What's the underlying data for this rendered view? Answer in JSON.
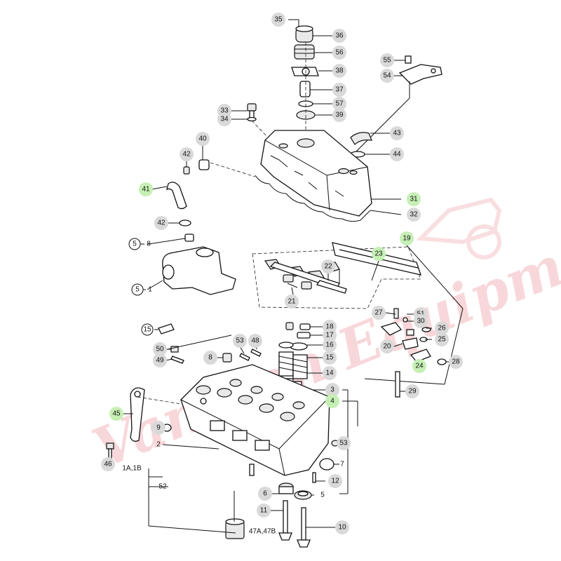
{
  "watermark": "Vanmen Equipment",
  "accent_highlight": "#c6efb5",
  "label_fill": "#d9d9d9",
  "labels": {
    "l35": "35",
    "l36": "36",
    "l56": "56",
    "l38": "38",
    "l37": "37",
    "l57": "57",
    "l39": "39",
    "l33": "33",
    "l34": "34",
    "l55": "55",
    "l54": "54",
    "l43": "43",
    "l44": "44",
    "l40": "40",
    "l42a": "42",
    "l41": "41",
    "l31": "31",
    "l32": "32",
    "l42b": "42",
    "l5a": "5",
    "l8": "8",
    "l5b": "5",
    "l1": "1",
    "l19": "19",
    "l23": "23",
    "l22": "22",
    "l21": "21",
    "l27": "27",
    "l51": "51",
    "l30": "30",
    "l26": "26",
    "l25": "25",
    "l20": "20",
    "l24": "24",
    "l28": "28",
    "l18": "18",
    "l17": "17",
    "l16": "16",
    "l15": "15",
    "l14": "14",
    "l3": "3",
    "l4": "4",
    "l29": "29",
    "l15b": "15",
    "l50": "50",
    "l49": "49",
    "l8b": "8",
    "l53a": "53",
    "l48": "48",
    "l45": "45",
    "l9": "9",
    "l2": "2",
    "l46": "46",
    "l1a1b": "1A,1B",
    "l53b": "53",
    "l7": "7",
    "l12": "12",
    "l52": "52",
    "l6": "6",
    "l5c": "5",
    "l11": "11",
    "l10": "10",
    "l47": "47A,47B"
  }
}
